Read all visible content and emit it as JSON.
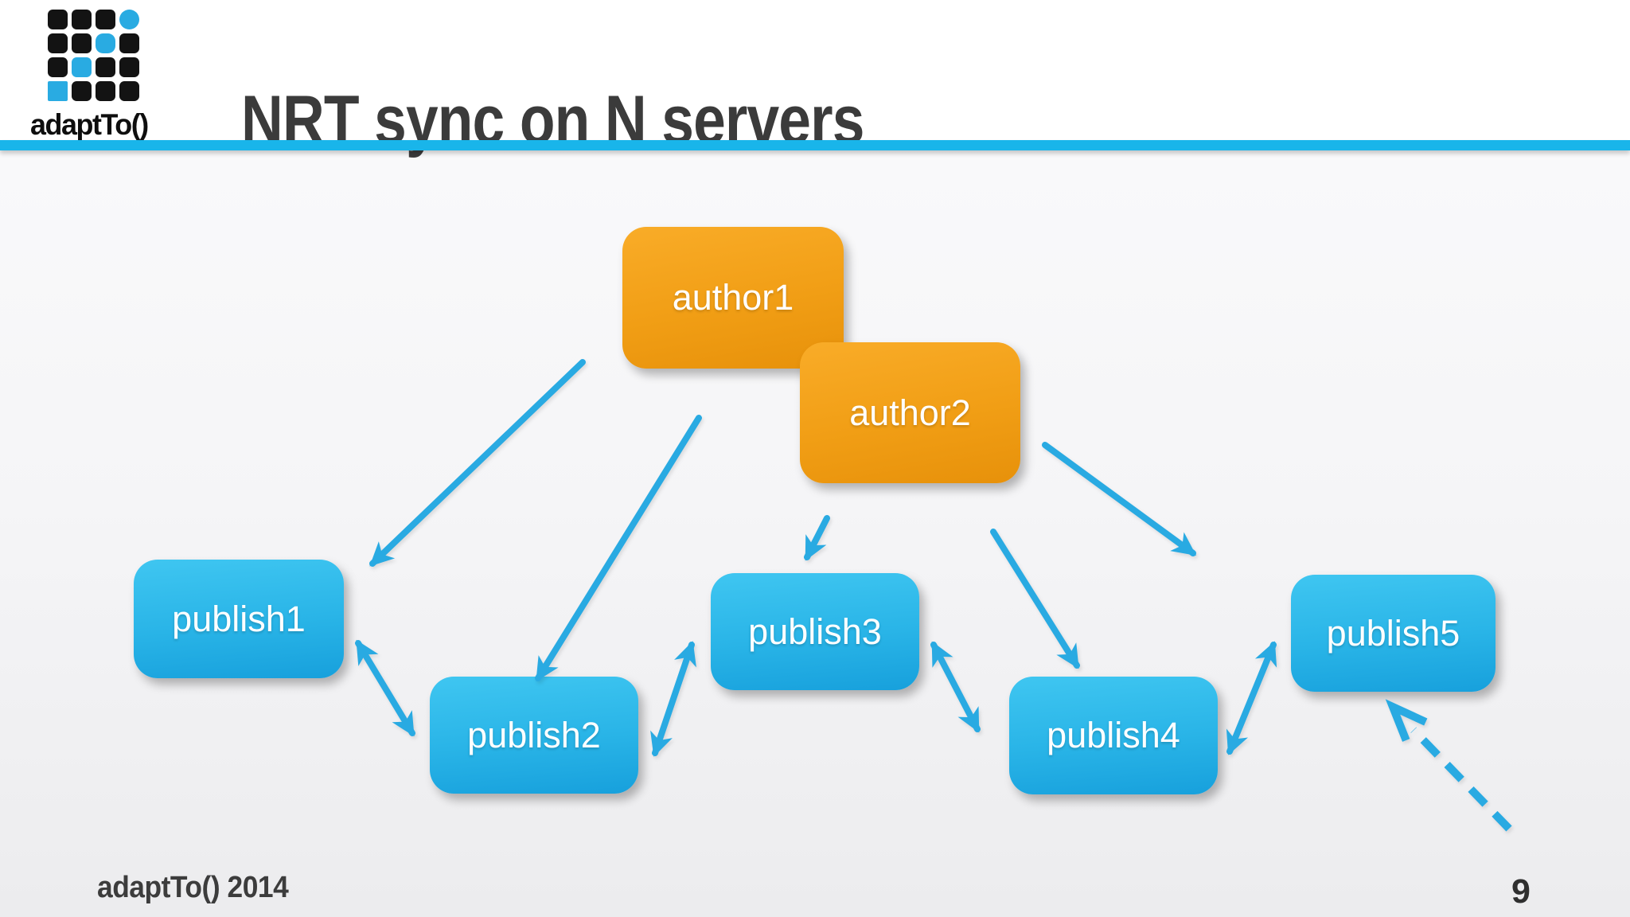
{
  "header": {
    "title": "NRT sync on N servers",
    "logo_text": "adaptTo()"
  },
  "footer": {
    "credit": "adaptTo() 2014",
    "page_number": "9"
  },
  "colors": {
    "accent_line": "#19b5ea",
    "arrow": "#29aae2",
    "publish_node_top": "#3fc6f1",
    "publish_node_bottom": "#17a0dc",
    "author_node_top": "#f9ac28",
    "author_node_bottom": "#e7910a",
    "title_text": "#3b3b3b",
    "logo_black": "#131313",
    "logo_blue": "#29abe2"
  },
  "diagram": {
    "nodes": {
      "author1": {
        "label": "author1",
        "type": "author"
      },
      "author2": {
        "label": "author2",
        "type": "author"
      },
      "publish1": {
        "label": "publish1",
        "type": "publish"
      },
      "publish2": {
        "label": "publish2",
        "type": "publish"
      },
      "publish3": {
        "label": "publish3",
        "type": "publish"
      },
      "publish4": {
        "label": "publish4",
        "type": "publish"
      },
      "publish5": {
        "label": "publish5",
        "type": "publish"
      }
    },
    "edges": [
      {
        "from": "author1",
        "to": "publish1",
        "style": "solid",
        "direction": "one-way"
      },
      {
        "from": "author1",
        "to": "publish2",
        "style": "solid",
        "direction": "one-way"
      },
      {
        "from": "author2",
        "to": "publish3",
        "style": "solid",
        "direction": "one-way"
      },
      {
        "from": "author2",
        "to": "publish4",
        "style": "solid",
        "direction": "one-way"
      },
      {
        "from": "author2",
        "to": "publish5",
        "style": "solid",
        "direction": "one-way"
      },
      {
        "from": "publish1",
        "to": "publish2",
        "style": "solid",
        "direction": "two-way"
      },
      {
        "from": "publish2",
        "to": "publish3",
        "style": "solid",
        "direction": "two-way"
      },
      {
        "from": "publish3",
        "to": "publish4",
        "style": "solid",
        "direction": "two-way"
      },
      {
        "from": "publish4",
        "to": "publish5",
        "style": "solid",
        "direction": "two-way"
      },
      {
        "from": "offscreen-bottom-right",
        "to": "publish5",
        "style": "dashed",
        "direction": "one-way"
      }
    ]
  }
}
